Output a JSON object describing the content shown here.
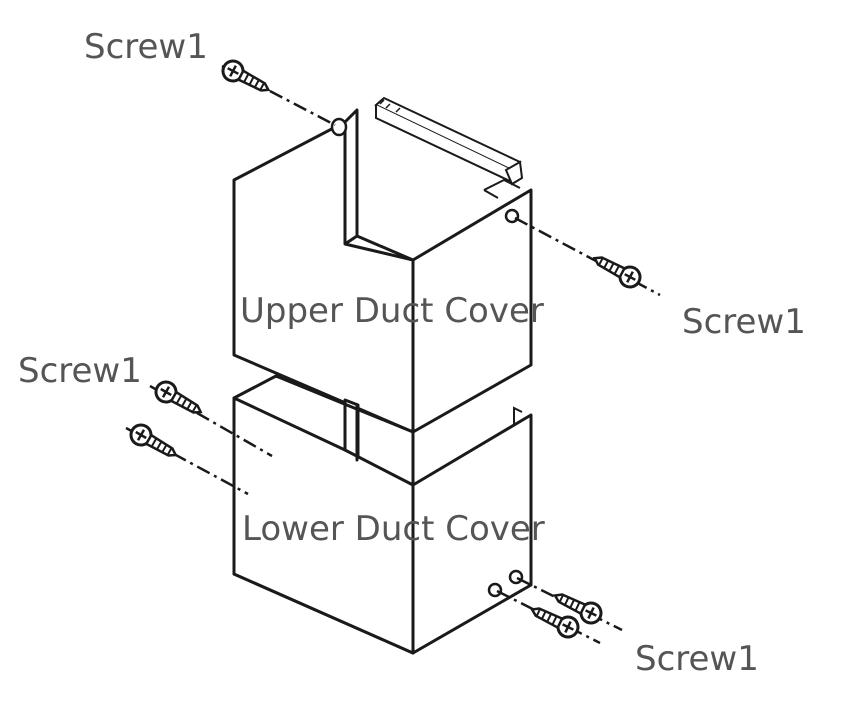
{
  "labels": {
    "screw_top_left": "Screw1",
    "screw_top_right": "Screw1",
    "screw_mid_left": "Screw1",
    "screw_bottom_right": "Screw1",
    "upper_cover": "Upper Duct Cover",
    "lower_cover": "Lower Duct Cover"
  },
  "icons": {
    "screw": "screw-icon",
    "bracket": "bracket-icon"
  },
  "colors": {
    "line": "#1a1a1a",
    "label": "#555555",
    "background": "#ffffff"
  }
}
